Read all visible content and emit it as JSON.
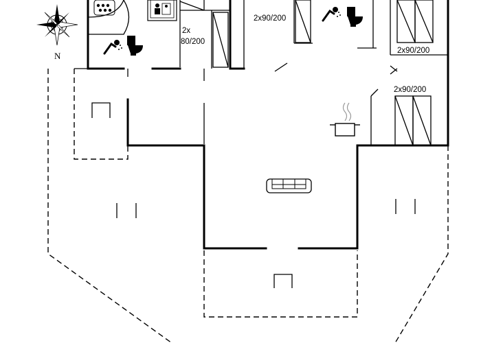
{
  "labels": {
    "bedroom_center_beds": "2x90/200",
    "bedroom_right_top_beds": "2x90/200",
    "bedroom_right_mid_beds": "2x90/200",
    "small_room_beds_line1": "2x",
    "small_room_beds_line2": "80/200"
  },
  "compass": {
    "north_label": "N"
  },
  "icons": {
    "names": [
      "compass-rose-icon",
      "whirlpool-icon",
      "sauna-icon",
      "shower-icon",
      "toilet-icon",
      "stove-pot-icon",
      "sofa-icon",
      "bed-icon",
      "terrace-table-icon"
    ]
  }
}
